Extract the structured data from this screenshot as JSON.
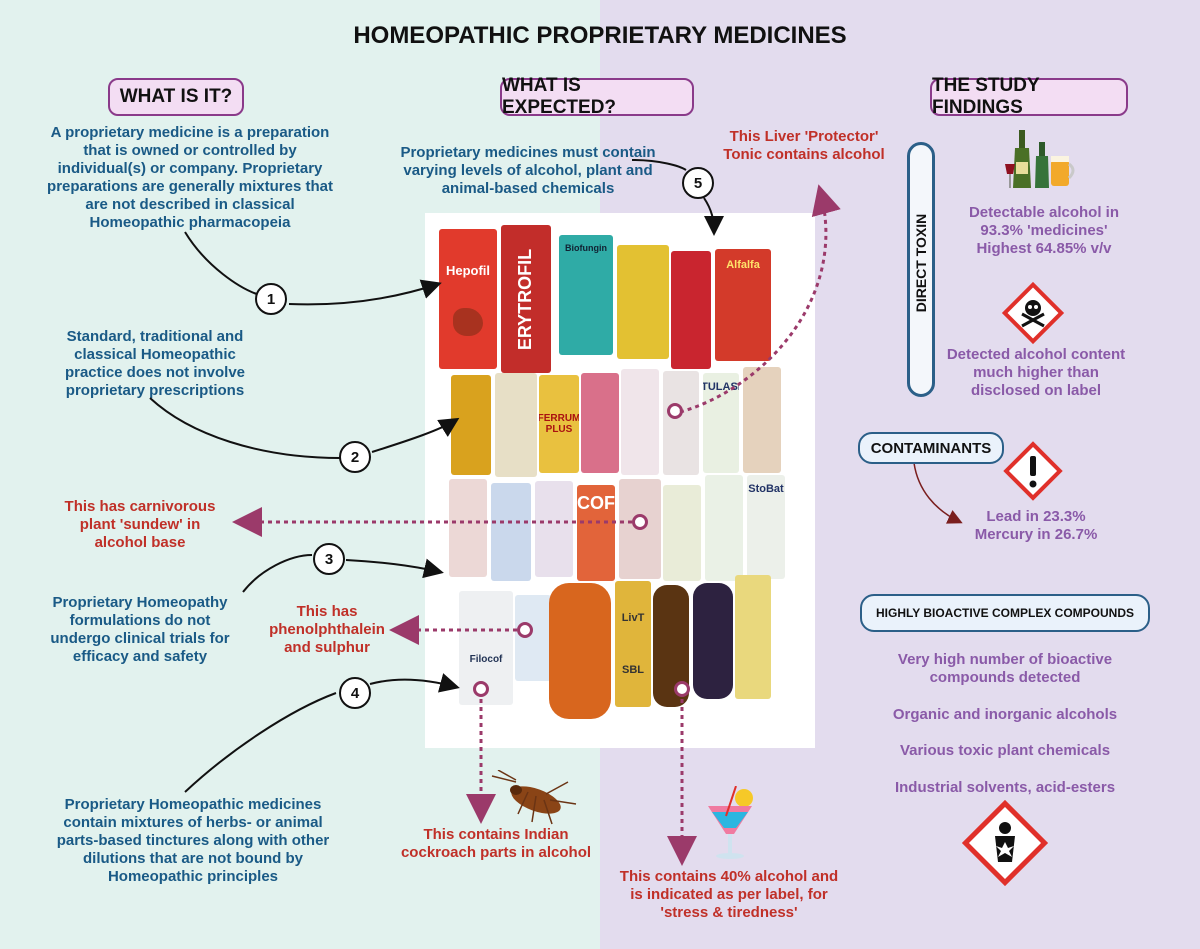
{
  "title": "HOMEOPATHIC PROPRIETARY MEDICINES",
  "headers": {
    "what_is_it": "WHAT IS IT?",
    "what_is_expected": "WHAT IS EXPECTED?",
    "study_findings": "THE STUDY FINDINGS"
  },
  "left": {
    "definition": "A proprietary medicine is a preparation that is owned or controlled by individual(s) or company. Proprietary preparations are generally mixtures that are not described in classical Homeopathic pharmacopeia",
    "traditional": "Standard, traditional and classical Homeopathic practice does not involve proprietary prescriptions",
    "trials": "Proprietary Homeopathy formulations do not undergo clinical trials for efficacy and safety",
    "mixtures": "Proprietary Homeopathic medicines contain mixtures of herbs- or animal parts-based tinctures along with other dilutions that are not bound by Homeopathic principles"
  },
  "center": {
    "expected": "Proprietary medicines must contain varying levels of alcohol, plant and animal-based chemicals",
    "liver_tonic": "This Liver 'Protector' Tonic contains alcohol",
    "sundew": "This has carnivorous plant 'sundew' in alcohol base",
    "phenol": "This has phenolphthalein and sulphur",
    "cockroach": "This contains Indian cockroach parts in alcohol",
    "alcohol40": "This contains 40% alcohol and is indicated as per label, for 'stress & tiredness'"
  },
  "numbers": [
    "1",
    "2",
    "3",
    "4",
    "5"
  ],
  "findings": {
    "direct_toxin": "DIRECT TOXIN",
    "alcohol_detect": "Detectable alcohol in 93.3% 'medicines' Highest 64.85% v/v",
    "alcohol_label": "Detected alcohol content much higher than disclosed on label",
    "contaminants": "CONTAMINANTS",
    "lead_mercury": "Lead in 23.3% Mercury in 26.7%",
    "bioactive_header": "HIGHLY BIOACTIVE COMPLEX COMPOUNDS",
    "bioactive_items": [
      "Very high number of bioactive compounds detected",
      "Organic and inorganic alcohols",
      "Various toxic plant chemicals",
      "Industrial solvents, acid-esters"
    ]
  },
  "products": {
    "hepofil": "Hepofil",
    "erytrofil": "ERYTROFIL",
    "biofungin": "Biofungin",
    "alfalfa": "Alfalfa",
    "ferrum": "FERRUM PLUS",
    "tulasi": "TULASI",
    "cof": "COF",
    "stobat": "StoBat",
    "filocof": "Filocof",
    "livt": "LivT",
    "sbl": "SBL"
  },
  "colors": {
    "left_bg": "#e2f2ee",
    "right_bg": "#e3dcee",
    "blue_text": "#1a5a86",
    "red_text": "#c03028",
    "purple_text": "#8a5aa8",
    "arrow": "#9b3a6a"
  },
  "icons": [
    "bottles-icon",
    "skull-crossbones-icon",
    "exclamation-hazard-icon",
    "health-hazard-icon",
    "cockroach-icon",
    "cocktail-icon"
  ]
}
